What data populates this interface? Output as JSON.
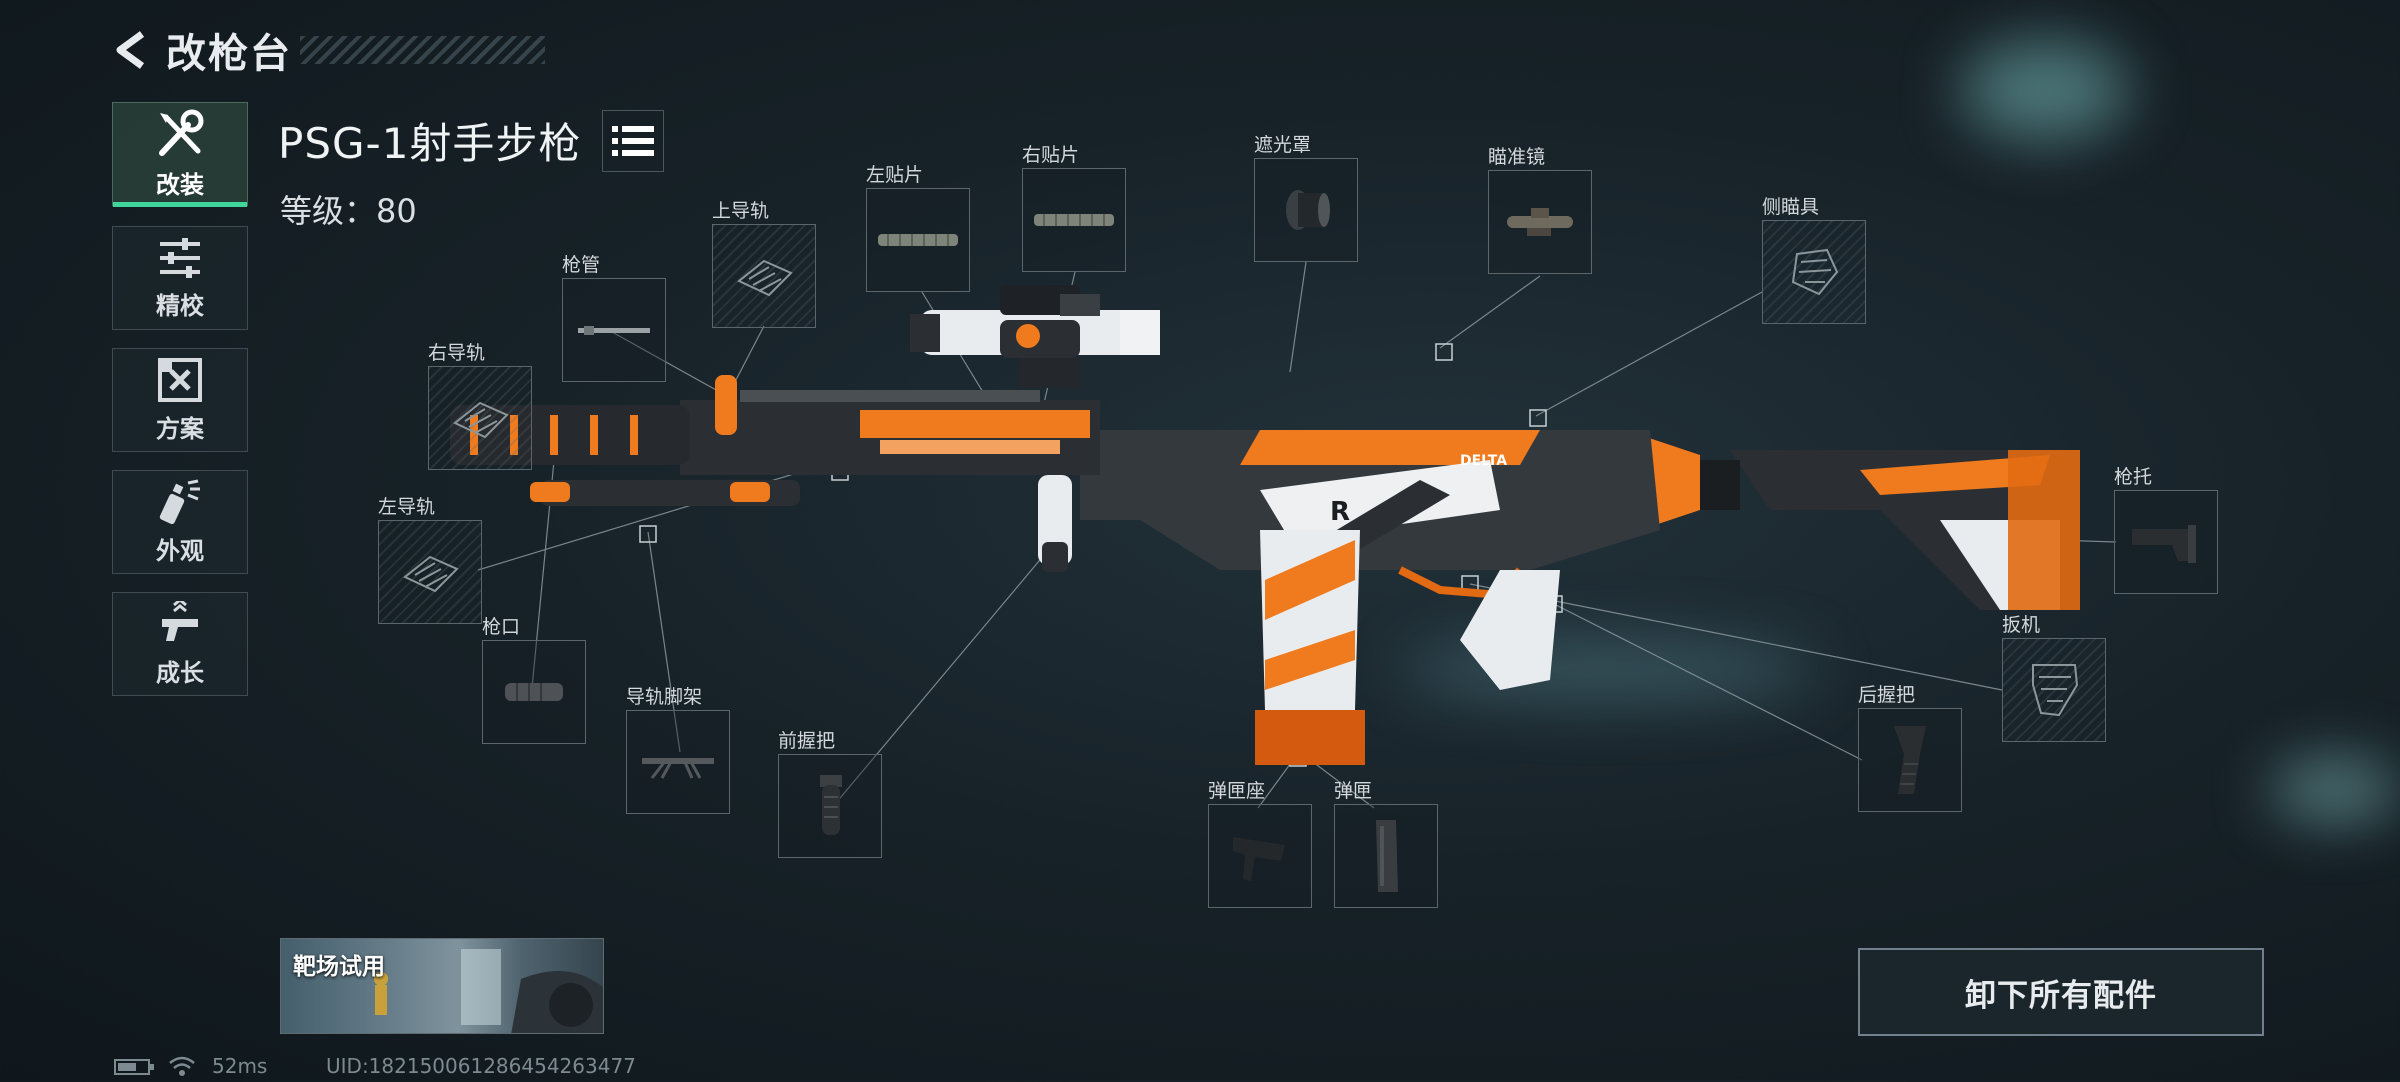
{
  "header": {
    "title": "改枪台"
  },
  "nav": [
    {
      "label": "改装",
      "icon": "wrench-screwdriver-icon",
      "active": true
    },
    {
      "label": "精校",
      "icon": "sliders-icon",
      "active": false
    },
    {
      "label": "方案",
      "icon": "blueprint-icon",
      "active": false
    },
    {
      "label": "外观",
      "icon": "spray-can-icon",
      "active": false
    },
    {
      "label": "成长",
      "icon": "gun-upgrade-icon",
      "active": false
    }
  ],
  "weapon": {
    "name": "PSG-1射手步枪",
    "level_label": "等级：",
    "level_value": "80"
  },
  "slots": {
    "barrel": "枪管",
    "upper_rail": "上导轨",
    "left_patch": "左贴片",
    "right_patch": "右贴片",
    "sunshade": "遮光罩",
    "scope": "瞄准镜",
    "side_sight": "侧瞄具",
    "right_rail": "右导轨",
    "left_rail": "左导轨",
    "muzzle": "枪口",
    "rail_bipod": "导轨脚架",
    "foregrip": "前握把",
    "mag_base": "弹匣座",
    "magazine": "弹匣",
    "stock": "枪托",
    "trigger": "扳机",
    "rear_grip": "后握把"
  },
  "range_trial": {
    "label": "靶场试用"
  },
  "unequip_all": {
    "label": "卸下所有配件"
  },
  "status_bar": {
    "ping": "52ms",
    "uid": "UID:18215006128645426347​7"
  },
  "colors": {
    "accent_green": "#40d59a",
    "weapon_orange": "#f07a1e"
  }
}
